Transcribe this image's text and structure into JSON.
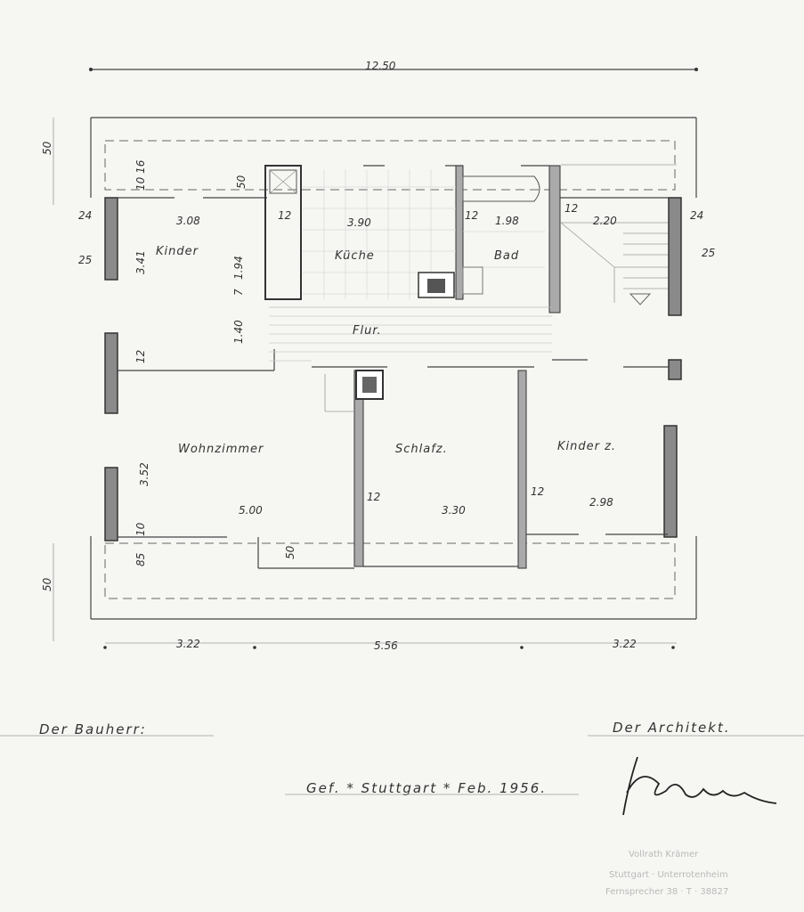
{
  "dimensions": {
    "overall_width": "12.50",
    "top_offset": "50",
    "bottom_offset": "50",
    "bottom_segments": [
      "3.22",
      "5.56",
      "3.22"
    ],
    "left_24": "24",
    "left_25": "25",
    "right_24": "24",
    "right_25": "25",
    "kinder_width": "3.08",
    "kinder_depth": "3.41",
    "kinder_wall_12": "12",
    "kinder_top_10_16": "10 16",
    "kinder_left_50": "50",
    "kinder_194": "1.94",
    "kinder_7": "7",
    "kinder_140": "1.40",
    "kueche_wall": "12",
    "kueche_width": "3.90",
    "bad_wall": "12",
    "bad_width": "1.98",
    "stair_wall": "12",
    "stair_width": "2.20",
    "wohn_depth": "3.52",
    "wohn_width": "5.00",
    "wohn_10": "10",
    "wohn_85": "85",
    "wohn_50": "50",
    "schlaf_wall": "12",
    "schlaf_width": "3.30",
    "kinder2_wall": "12",
    "kinder2_width": "2.98"
  },
  "rooms": {
    "kinder": "Kinder",
    "kueche": "Küche",
    "bad": "Bad",
    "flur": "Flur.",
    "wohnzimmer": "Wohnzimmer",
    "schlafz": "Schlafz.",
    "kinderz": "Kinder z."
  },
  "signatures": {
    "bauherr": "Der Bauherr:",
    "architekt": "Der Architekt.",
    "place_date": "Gef. * Stuttgart * Feb. 1956.",
    "stamp_lines": [
      "Vollrath Krämer",
      "Stuttgart · Unterrotenheim",
      "Fernsprecher 38 · T · 38827"
    ]
  }
}
